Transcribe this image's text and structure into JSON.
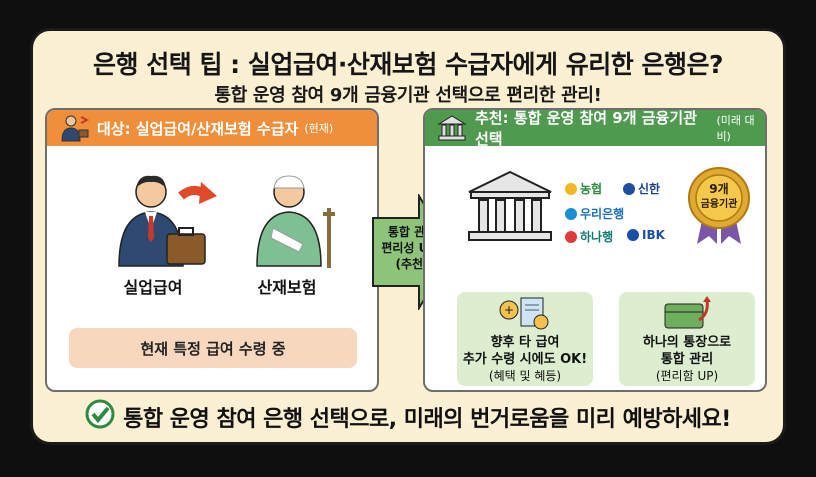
{
  "title": "은행 선택 팁 : 실업급여·산재보험 수급자에게 유리한 은행은?",
  "subtitle": "통합 운영 참여 9개 금융기관 선택으로 편리한 관리!",
  "left_panel": {
    "header": "대상: 실업급여/산재보험 수급자",
    "header_note": "(현재)",
    "person1_label": "실업급여",
    "person2_label": "산재보험",
    "status": "현재 특정 급여 수령 중"
  },
  "arrow": {
    "line1": "통합 관리",
    "line2": "편리성 UP!",
    "line3": "(추천)"
  },
  "right_panel": {
    "header": "추천: 통합 운영 참여 9개 금융기관 선택",
    "header_note": "(미래 대비)",
    "banks": [
      "농협",
      "신한",
      "우리은행",
      "하나행",
      "IBK"
    ],
    "badge_line1": "9개",
    "badge_line2": "금융기관",
    "benefit1": {
      "line1": "향후 타 급여",
      "line2": "추가 수령 시에도 OK!",
      "note": "(혜택 및 혜등)"
    },
    "benefit2": {
      "line1": "하나의 통장으로",
      "line2": "통합 관리",
      "note": "(편리함 UP)"
    }
  },
  "footer": "통합 운영 참여 은행 선택으로, 미래의 번거로움을 미리 예방하세요!",
  "colors": {
    "background": "#fbf0d1",
    "left_header": "#ef8f3c",
    "right_header": "#4f9a4f",
    "status_box": "#f7d8bf",
    "benefit_box": "#dceecf"
  }
}
